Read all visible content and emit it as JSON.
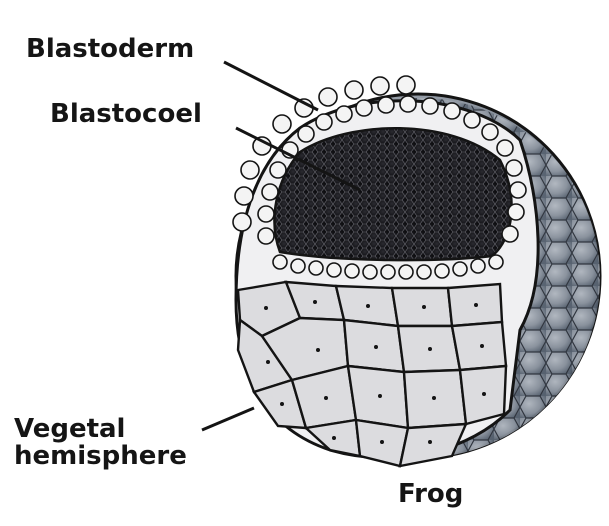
{
  "labels": {
    "blastoderm": "Blastoderm",
    "blastocoel": "Blastocoel",
    "vegetal_line1": "Vegetal",
    "vegetal_line2": "hemisphere",
    "caption": "Frog"
  },
  "colors": {
    "outline": "#141414",
    "vegetal_cell": "#d9d9dc",
    "vegetal_cell_light": "#e6e6e9",
    "outer_shell": "#8d95a0",
    "outer_shell_dark": "#5a6372",
    "cavity": "#1a1a1e",
    "animal_cell": "#f2f2f2"
  }
}
